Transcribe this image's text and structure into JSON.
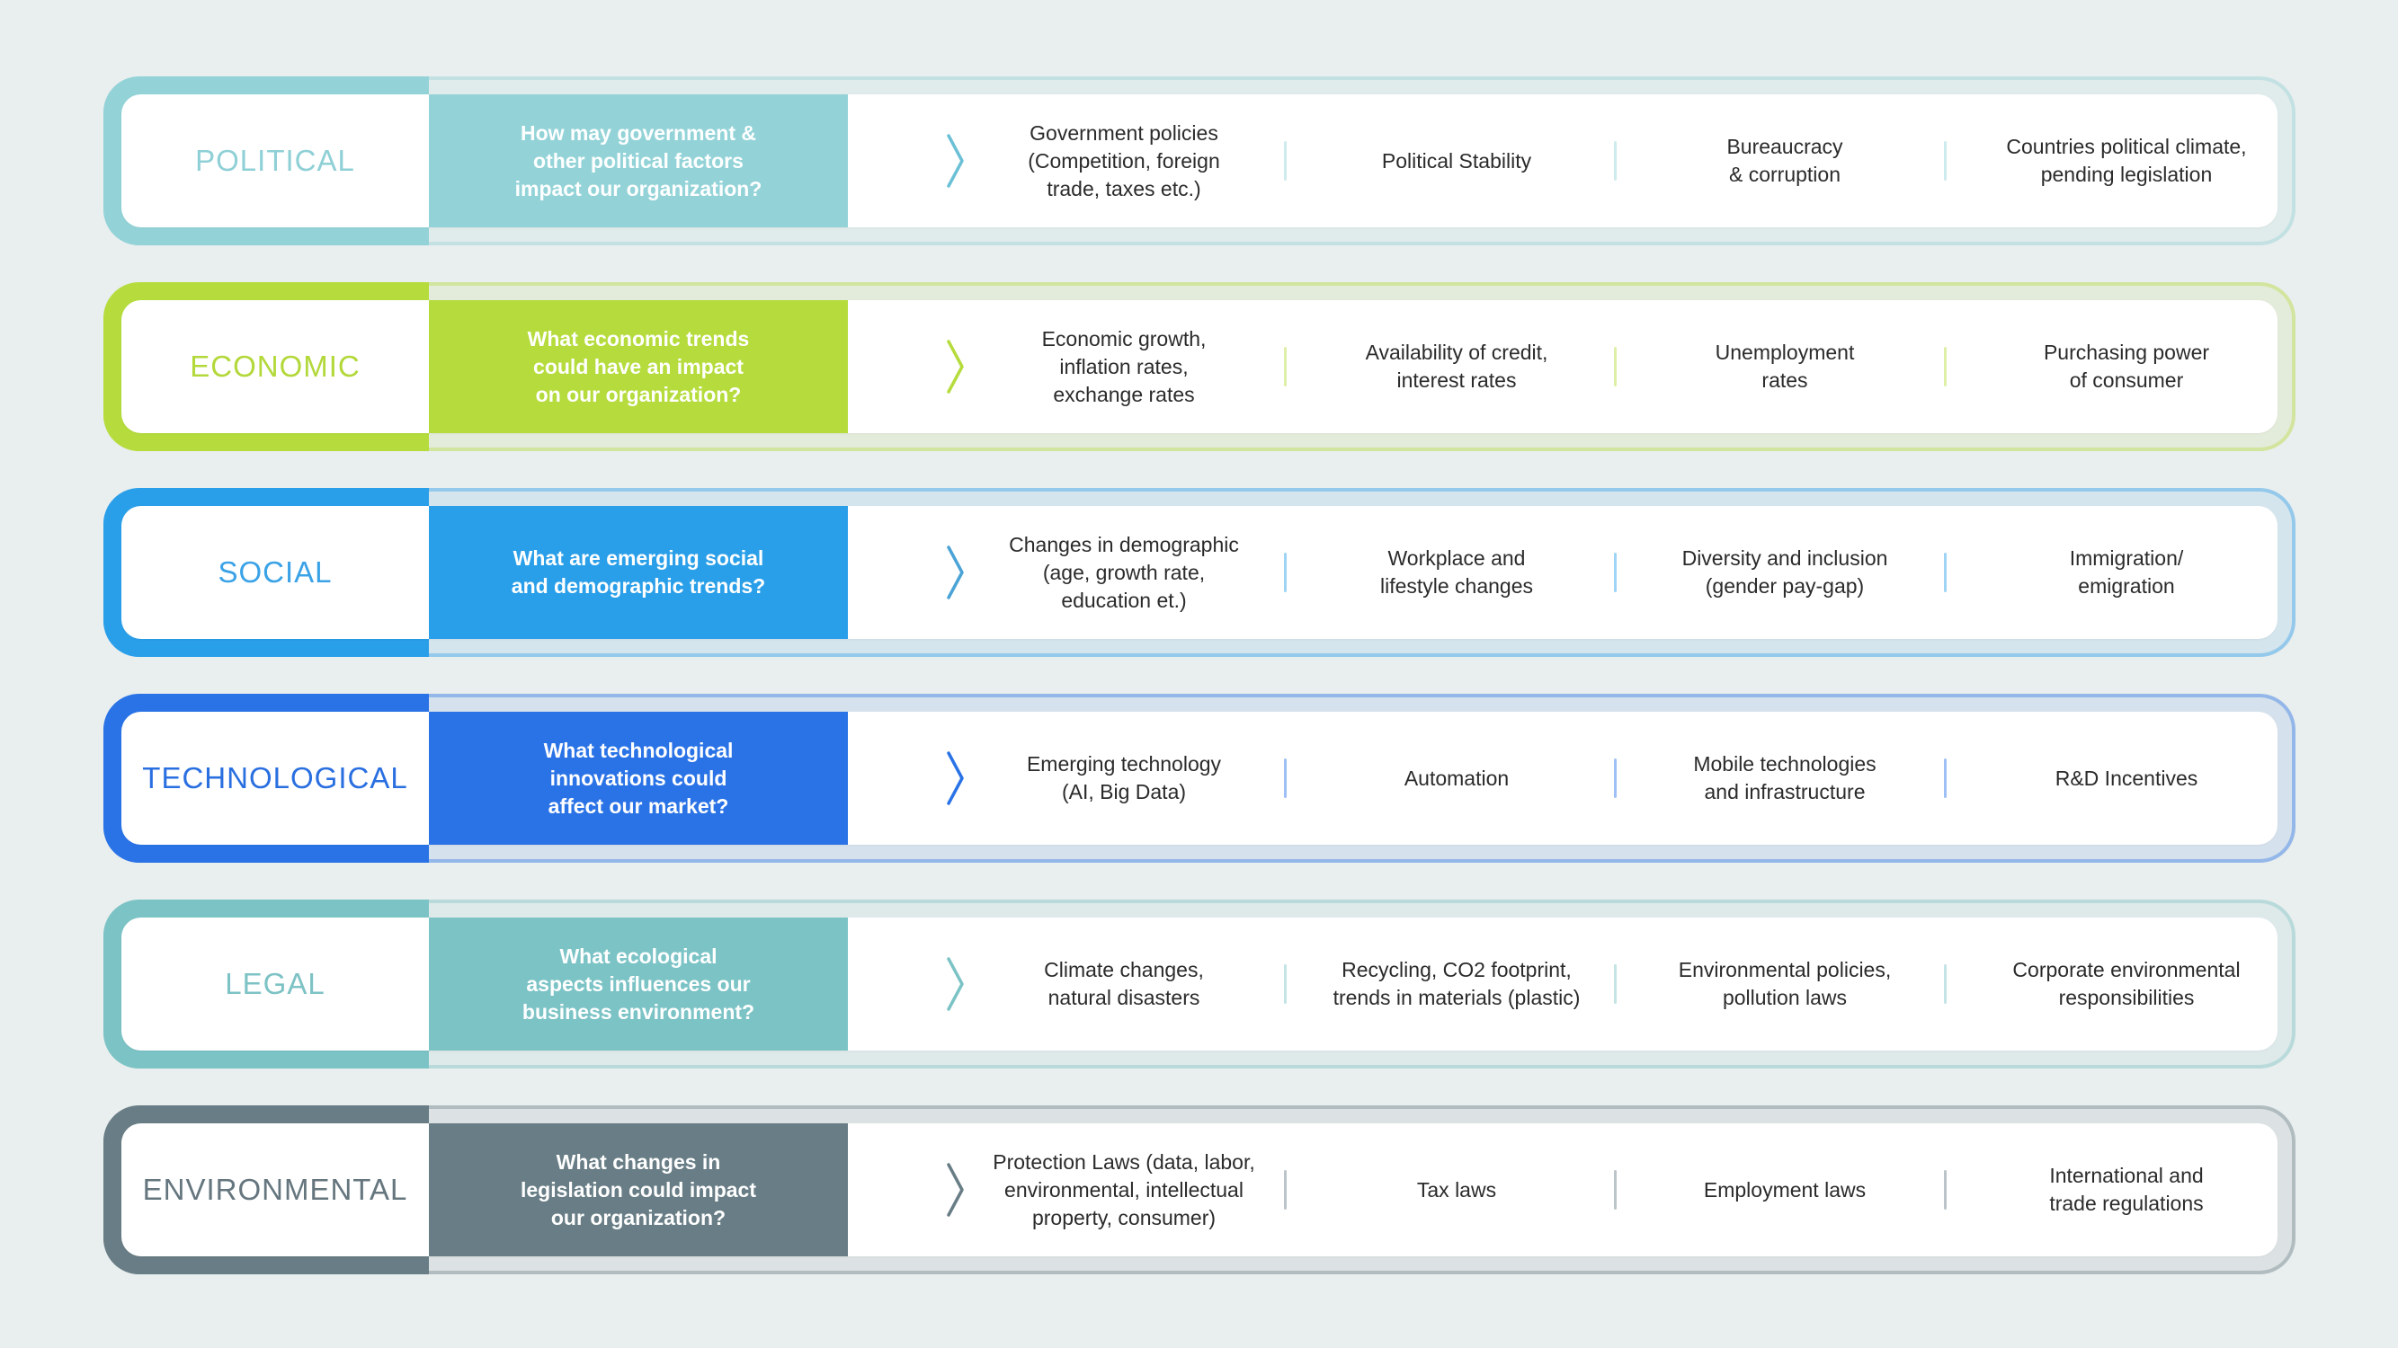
{
  "rows": [
    {
      "label": "POLITICAL",
      "question": "How may government &\nother political factors\nimpact our organization?",
      "factors": [
        "Government policies\n(Competition, foreign\ntrade, taxes etc.)",
        "Political Stability",
        "Bureaucracy\n& corruption",
        "Countries political climate,\npending legislation"
      ],
      "color": "#93d3d8",
      "label_color": "#8fd0d6"
    },
    {
      "label": "ECONOMIC",
      "question": "What economic trends\ncould have an impact\non our organization?",
      "factors": [
        "Economic growth,\ninflation rates,\nexchange rates",
        "Availability of credit,\ninterest rates",
        "Unemployment\nrates",
        "Purchasing power\nof consumer"
      ],
      "color": "#b5dc3c",
      "label_color": "#b3d83a"
    },
    {
      "label": "SOCIAL",
      "question": "What are emerging social\nand demographic trends?",
      "factors": [
        "Changes in demographic\n(age, growth rate,\neducation et.)",
        "Workplace and\nlifestyle changes",
        "Diversity and inclusion\n(gender pay-gap)",
        "Immigration/\nemigration"
      ],
      "color": "#2a9fe9",
      "label_color": "#3aa2e6"
    },
    {
      "label": "TECHNOLOGICAL",
      "question": "What technological\ninnovations could\naffect our market?",
      "factors": [
        "Emerging technology\n(AI, Big Data)",
        "Automation",
        "Mobile technologies\nand infrastructure",
        "R&D Incentives"
      ],
      "color": "#2a73e6",
      "label_color": "#2a6fe0"
    },
    {
      "label": "LEGAL",
      "question": "What ecological\naspects influences our\nbusiness environment?",
      "factors": [
        "Climate changes,\nnatural disasters",
        "Recycling, CO2 footprint,\ntrends in materials (plastic)",
        "Environmental policies,\npollution laws",
        "Corporate environmental\nresponsibilities"
      ],
      "color": "#7cc3c6",
      "label_color": "#7dc2c5"
    },
    {
      "label": "ENVIRONMENTAL",
      "question": "What changes in\nlegislation could impact\nour organization?",
      "factors": [
        "Protection Laws (data, labor,\nenvironmental, intellectual\nproperty, consumer)",
        "Tax laws",
        "Employment laws",
        "International and\ntrade regulations"
      ],
      "color": "#687d85",
      "label_color": "#65767e"
    }
  ]
}
